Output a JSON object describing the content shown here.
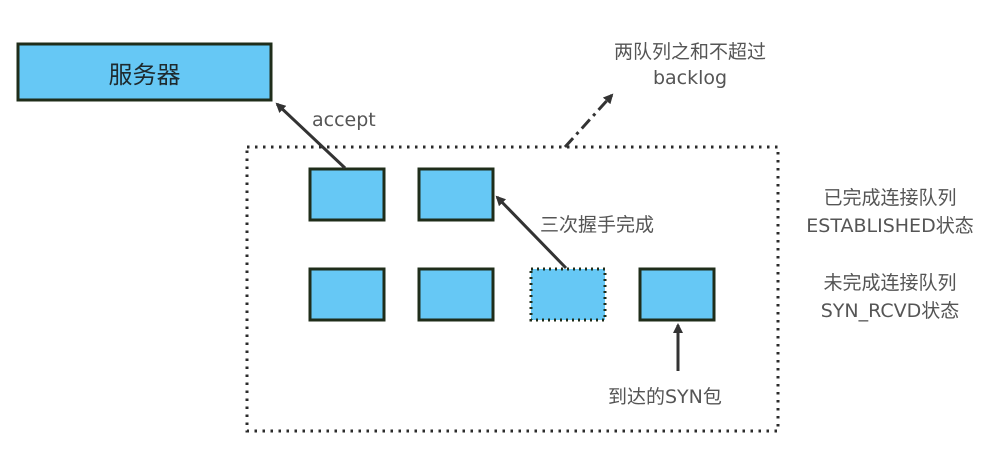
{
  "diagram": {
    "title": "TCP accept queues",
    "colors": {
      "box_fill": "#66c8f5",
      "box_stroke": "#1f2d1a",
      "arrow": "#333333",
      "text": "#555555",
      "container_border": "#2b2b2b"
    },
    "server": {
      "label": "服务器"
    },
    "edges": {
      "accept": "accept",
      "handshake_done": "三次握手完成",
      "arriving_syn": "到达的SYN包"
    },
    "backlog_note": {
      "line1": "两队列之和不超过",
      "line2": "backlog"
    },
    "queues": {
      "established": {
        "line1": "已完成连接队列",
        "line2": "ESTABLISHED状态",
        "slots": 2
      },
      "syn_rcvd": {
        "line1": "未完成连接队列",
        "line2": "SYN_RCVD状态",
        "slots": 4,
        "dotted_slot_index": 2
      }
    }
  }
}
